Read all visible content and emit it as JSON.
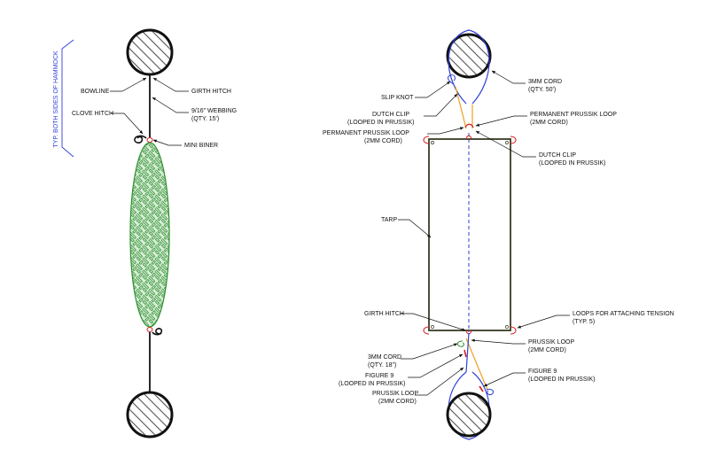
{
  "colors": {
    "line": "#111111",
    "blue_cord": "#2f3fd6",
    "orange_cord": "#f0a020",
    "red_loop": "#d62020",
    "hammock_fill": "#d8eed8",
    "hammock_pattern": "#2f8f2f",
    "tarp_border": "#3b3b25",
    "tree_hatch": "#555555"
  },
  "left": {
    "side_note": "TYP. BOTH SIDES OF HAMMOCK",
    "bowline": "BOWLINE",
    "girth_hitch": "GIRTH HITCH",
    "webbing_1": "9/16\" WEBBING",
    "webbing_2": "(QTY. 15')",
    "clove_hitch": "CLOVE HITCH",
    "mini_biner": "MINI BINER"
  },
  "right": {
    "slip_knot": "SLIP KNOT",
    "cord3mm_top_1": "3MM CORD",
    "cord3mm_top_2": "(QTY. 50')",
    "dutch_clip_l_1": "DUTCH CLIP",
    "dutch_clip_l_2": "(LOOPED IN PRUSSIK)",
    "perm_prussik_r_1": "PERMANENT PRUSSIK LOOP",
    "perm_prussik_r_2": "(2MM CORD)",
    "perm_prussik_l_1": "PERMANENT PRUSSIK LOOP",
    "perm_prussik_l_2": "(2MM CORD)",
    "dutch_clip_r_1": "DUTCH CLIP",
    "dutch_clip_r_2": "(LOOPED IN PRUSSIK)",
    "tarp": "TARP",
    "girth_hitch": "GIRTH HITCH",
    "loops_1": "LOOPS FOR ATTACHING TENSION",
    "loops_2": "(TYP. 5)",
    "cord3mm_bot_1": "3MM CORD",
    "cord3mm_bot_2": "(QTY. 18\")",
    "prussik_r_1": "PRUSSIK LOOP",
    "prussik_r_2": "(2MM CORD)",
    "figure9_l_1": "FIGURE 9",
    "figure9_l_2": "(LOOPED IN PRUSSIK)",
    "figure9_r_1": "FIGURE 9",
    "figure9_r_2": "(LOOPED IN PRUSSIK)",
    "prussik_l_1": "PRUSSIK LOOP",
    "prussik_l_2": "(2MM CORD)"
  }
}
